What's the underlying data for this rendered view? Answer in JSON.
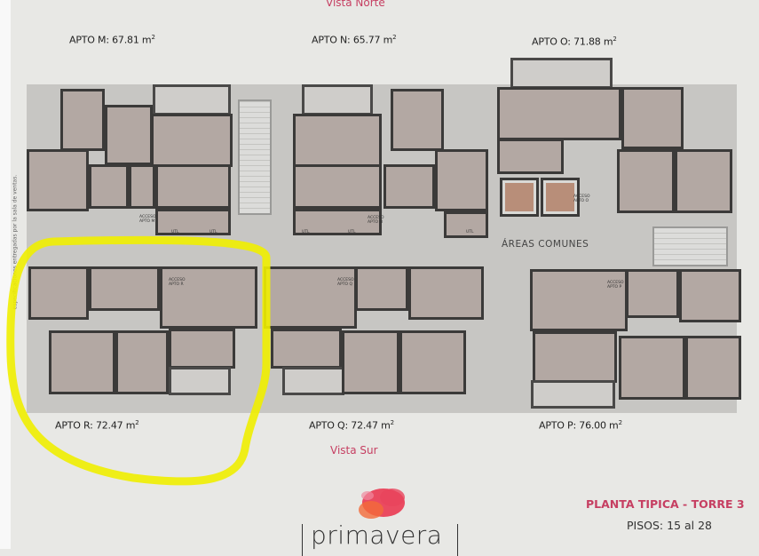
{
  "side_note": "especificaciones entregadas por la sala de ventas.",
  "views": {
    "north": "Vista Norte",
    "south": "Vista Sur"
  },
  "apartments": {
    "m": {
      "label": "APTO M: 67.81 m",
      "sup": "2",
      "access": "ACCESO\nAPTO M"
    },
    "n": {
      "label": "APTO N: 65.77 m",
      "sup": "2",
      "access": "ACCESO\nAPTO N"
    },
    "o": {
      "label": "APTO O: 71.88 m",
      "sup": "2",
      "access": "ACCESO\nAPTO O"
    },
    "r": {
      "label": "APTO R: 72.47 m",
      "sup": "2",
      "access": "ACCESO\nAPTO R"
    },
    "q": {
      "label": "APTO Q: 72.47 m",
      "sup": "2",
      "access": "ACCESO\nAPTO Q"
    },
    "p": {
      "label": "APTO P: 76.00 m",
      "sup": "2",
      "access": "ACCESO\nAPTO P"
    }
  },
  "utility_label": "UTL",
  "common_areas": "ÁREAS COMUNES",
  "title": "PLANTA TIPICA -  TORRE 3",
  "floors": "PISOS: 15 al 28",
  "logo": {
    "text": "primavera"
  },
  "colors": {
    "accent": "#c63f62",
    "highlight": "#f0ee00",
    "room": "#b3a8a3",
    "wall": "#3b3a39"
  }
}
